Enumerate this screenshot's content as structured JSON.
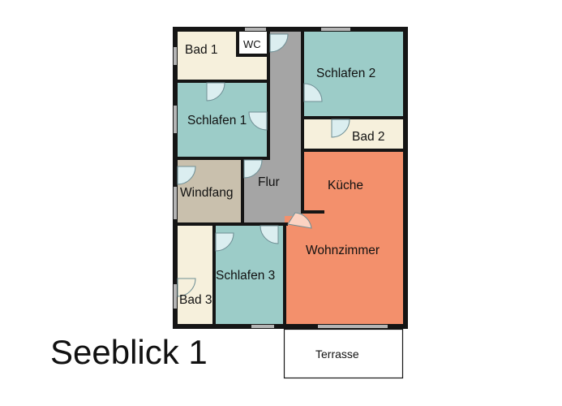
{
  "title": "Seeblick 1",
  "rooms": {
    "bad1": {
      "label": "Bad 1",
      "color": "#f6f0dc"
    },
    "wc": {
      "label": "WC",
      "color": "#ffffff"
    },
    "schlafen2": {
      "label": "Schlafen 2",
      "color": "#9cccc8"
    },
    "schlafen1": {
      "label": "Schlafen 1",
      "color": "#9cccc8"
    },
    "bad2": {
      "label": "Bad 2",
      "color": "#f6f0dc"
    },
    "flur": {
      "label": "Flur",
      "color": "#a5a5a5"
    },
    "windfang": {
      "label": "Windfang",
      "color": "#c9c0ad"
    },
    "kueche": {
      "label": "Küche",
      "color": "#f3906c"
    },
    "wohnzimmer": {
      "label": "Wohnzimmer",
      "color": "#f3906c"
    },
    "schlafen3": {
      "label": "Schlafen 3",
      "color": "#9cccc8"
    },
    "bad3": {
      "label": "Bad 3",
      "color": "#f6f0dc"
    },
    "terrasse": {
      "label": "Terrasse",
      "color": "#ffffff"
    }
  }
}
